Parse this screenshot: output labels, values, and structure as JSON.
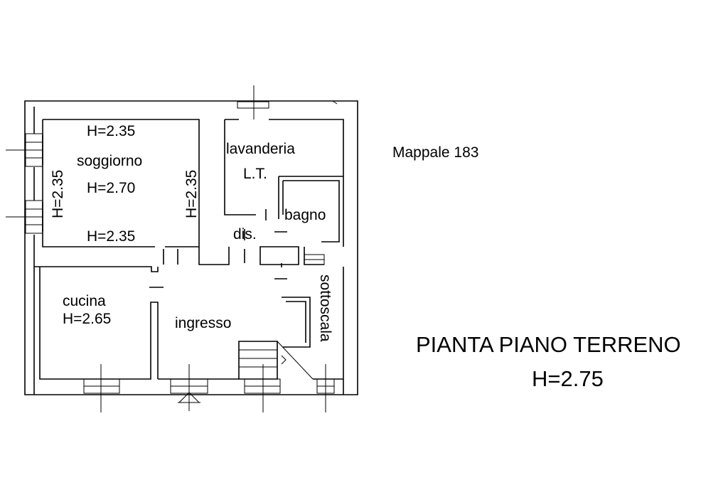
{
  "plan": {
    "title": "PIANTA PIANO TERRENO",
    "height": "H=2.75",
    "parcel": "Mappale 183"
  },
  "rooms": {
    "soggiorno": {
      "name": "soggiorno",
      "height": "H=2.70",
      "top": "H=2.35",
      "bottom": "H=2.35",
      "left": "H=2.35",
      "right": "H=2.35"
    },
    "lavanderia": {
      "name": "lavanderia",
      "sub": "L.T."
    },
    "bagno": {
      "name": "bagno"
    },
    "dis": {
      "name": "dis."
    },
    "cucina": {
      "name": "cucina",
      "height": "H=2.65"
    },
    "ingresso": {
      "name": "ingresso"
    },
    "sottoscala": {
      "name": "sottoscala"
    }
  }
}
